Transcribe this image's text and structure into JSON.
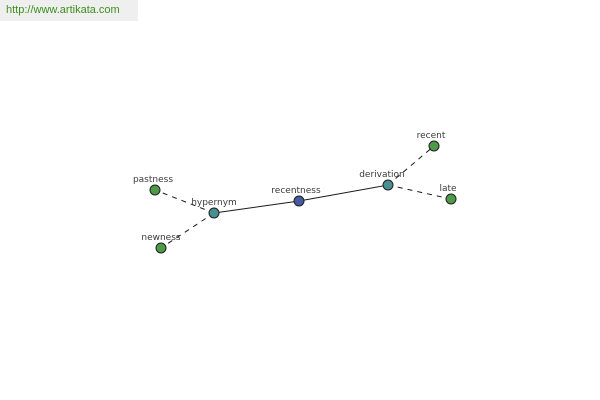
{
  "header": {
    "url_text": "http://www.artikata.com"
  },
  "colors": {
    "center": "#4a5aa0",
    "relation": "#4a9090",
    "word": "#4f9a48",
    "link_text": "#3d8f1f"
  },
  "graph": {
    "nodes": [
      {
        "id": "recentness",
        "label": "recentness",
        "kind": "center"
      },
      {
        "id": "hypernym",
        "label": "hypernym",
        "kind": "relation"
      },
      {
        "id": "derivation",
        "label": "derivation",
        "kind": "relation"
      },
      {
        "id": "pastness",
        "label": "pastness",
        "kind": "word"
      },
      {
        "id": "newness",
        "label": "newness",
        "kind": "word"
      },
      {
        "id": "recent",
        "label": "recent",
        "kind": "word"
      },
      {
        "id": "late",
        "label": "late",
        "kind": "word"
      }
    ],
    "edges": [
      {
        "from": "recentness",
        "to": "hypernym",
        "style": "solid"
      },
      {
        "from": "recentness",
        "to": "derivation",
        "style": "solid"
      },
      {
        "from": "hypernym",
        "to": "pastness",
        "style": "dashed"
      },
      {
        "from": "hypernym",
        "to": "newness",
        "style": "dashed"
      },
      {
        "from": "derivation",
        "to": "recent",
        "style": "dashed"
      },
      {
        "from": "derivation",
        "to": "late",
        "style": "dashed"
      }
    ]
  }
}
